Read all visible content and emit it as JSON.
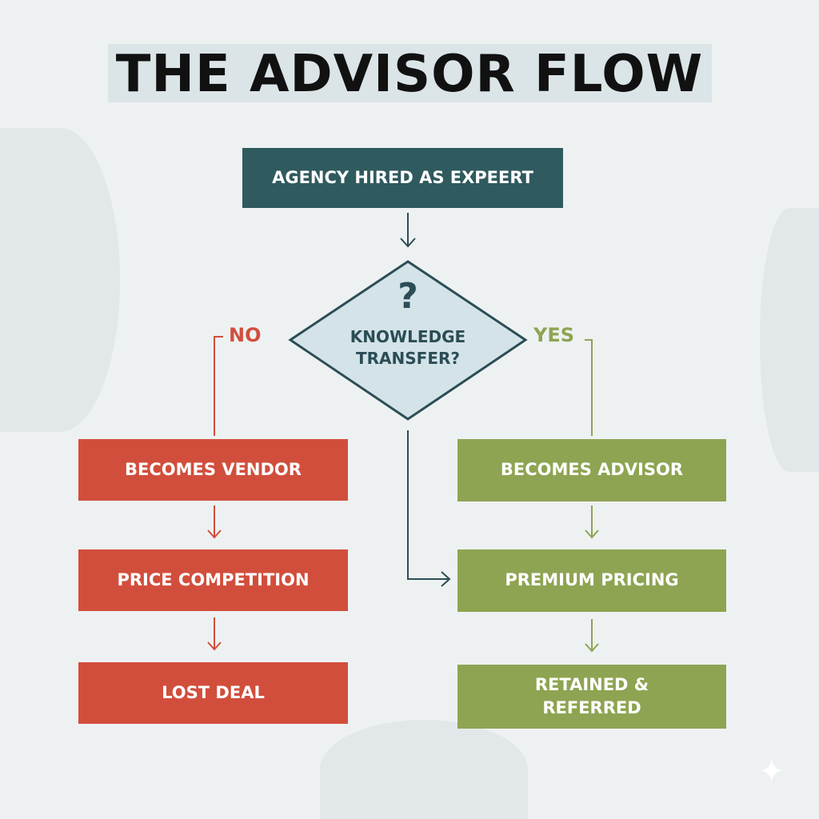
{
  "title": "THE ADVISOR FLOW",
  "start": "AGENCY HIRED AS EXPEERT",
  "decision": {
    "symbol": "?",
    "label": "KNOWLEDGE TRANSFER?"
  },
  "branches": {
    "no": "NO",
    "yes": "YES"
  },
  "no_path": [
    "BECOMES VENDOR",
    "PRICE COMPETITION",
    "LOST DEAL"
  ],
  "yes_path": [
    "BECOMES ADVISOR",
    "PREMIUM PRICING",
    "RETAINED & REFERRED"
  ],
  "colors": {
    "start": "#2f5a5e",
    "no": "#d24e3c",
    "yes": "#8ea452",
    "decision": "#d4e3e8"
  }
}
